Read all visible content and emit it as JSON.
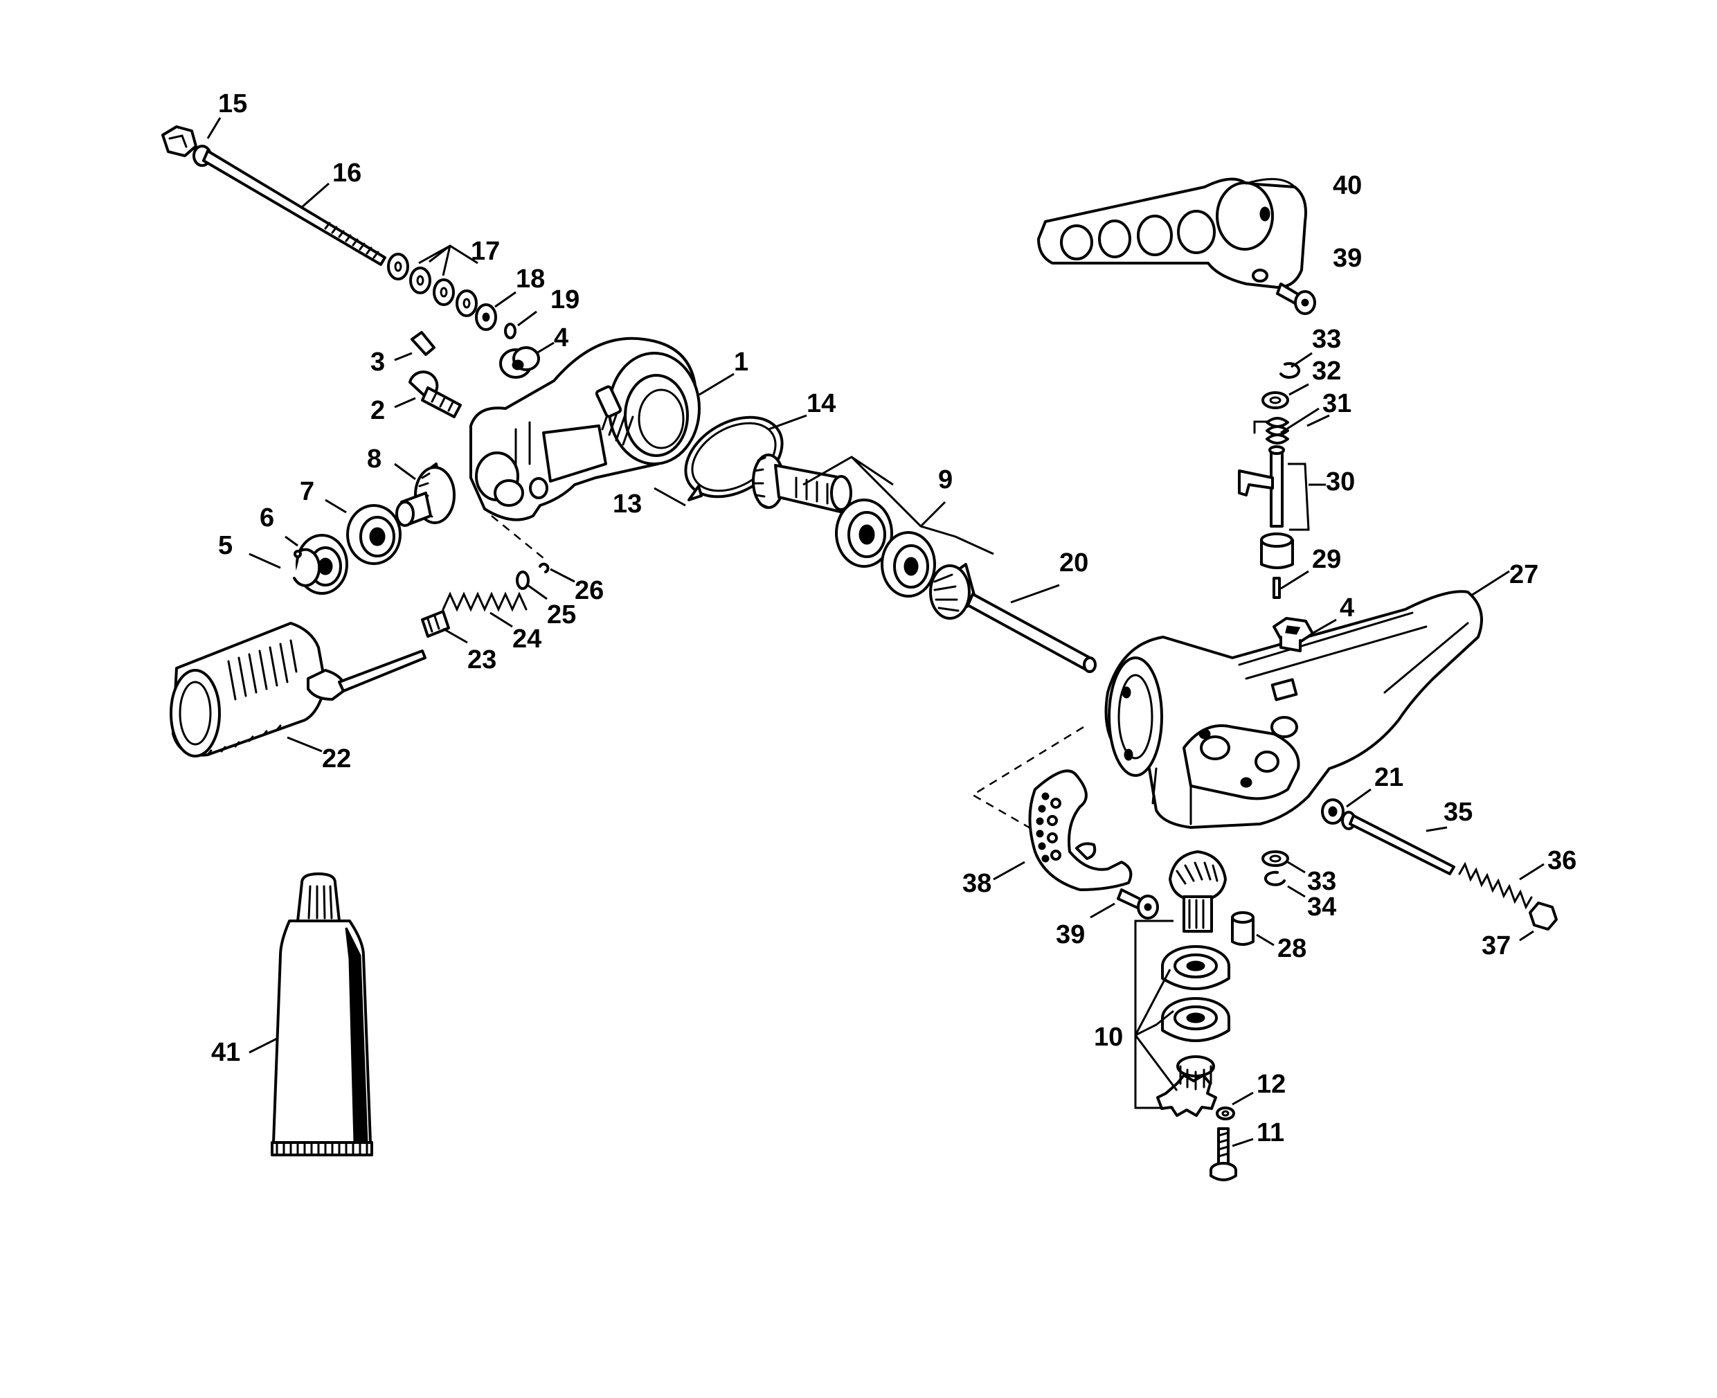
{
  "callouts": {
    "c1": "1",
    "c2": "2",
    "c3": "3",
    "c4a": "4",
    "c4b": "4",
    "c5": "5",
    "c6": "6",
    "c7": "7",
    "c8": "8",
    "c9": "9",
    "c10": "10",
    "c11": "11",
    "c12": "12",
    "c13": "13",
    "c14": "14",
    "c15": "15",
    "c16": "16",
    "c17": "17",
    "c18": "18",
    "c19": "19",
    "c20": "20",
    "c21": "21",
    "c22": "22",
    "c23": "23",
    "c24": "24",
    "c25": "25",
    "c26": "26",
    "c27": "27",
    "c28": "28",
    "c29": "29",
    "c30": "30",
    "c31": "31",
    "c32a": "32",
    "c33a": "33",
    "c33b": "33",
    "c34": "34",
    "c35": "35",
    "c36": "36",
    "c37": "37",
    "c38": "38",
    "c39a": "39",
    "c39b": "39",
    "c40": "40",
    "c41": "41"
  },
  "colors": {
    "line": "#000000",
    "background": "#ffffff",
    "shade": "#d9d9d9"
  }
}
